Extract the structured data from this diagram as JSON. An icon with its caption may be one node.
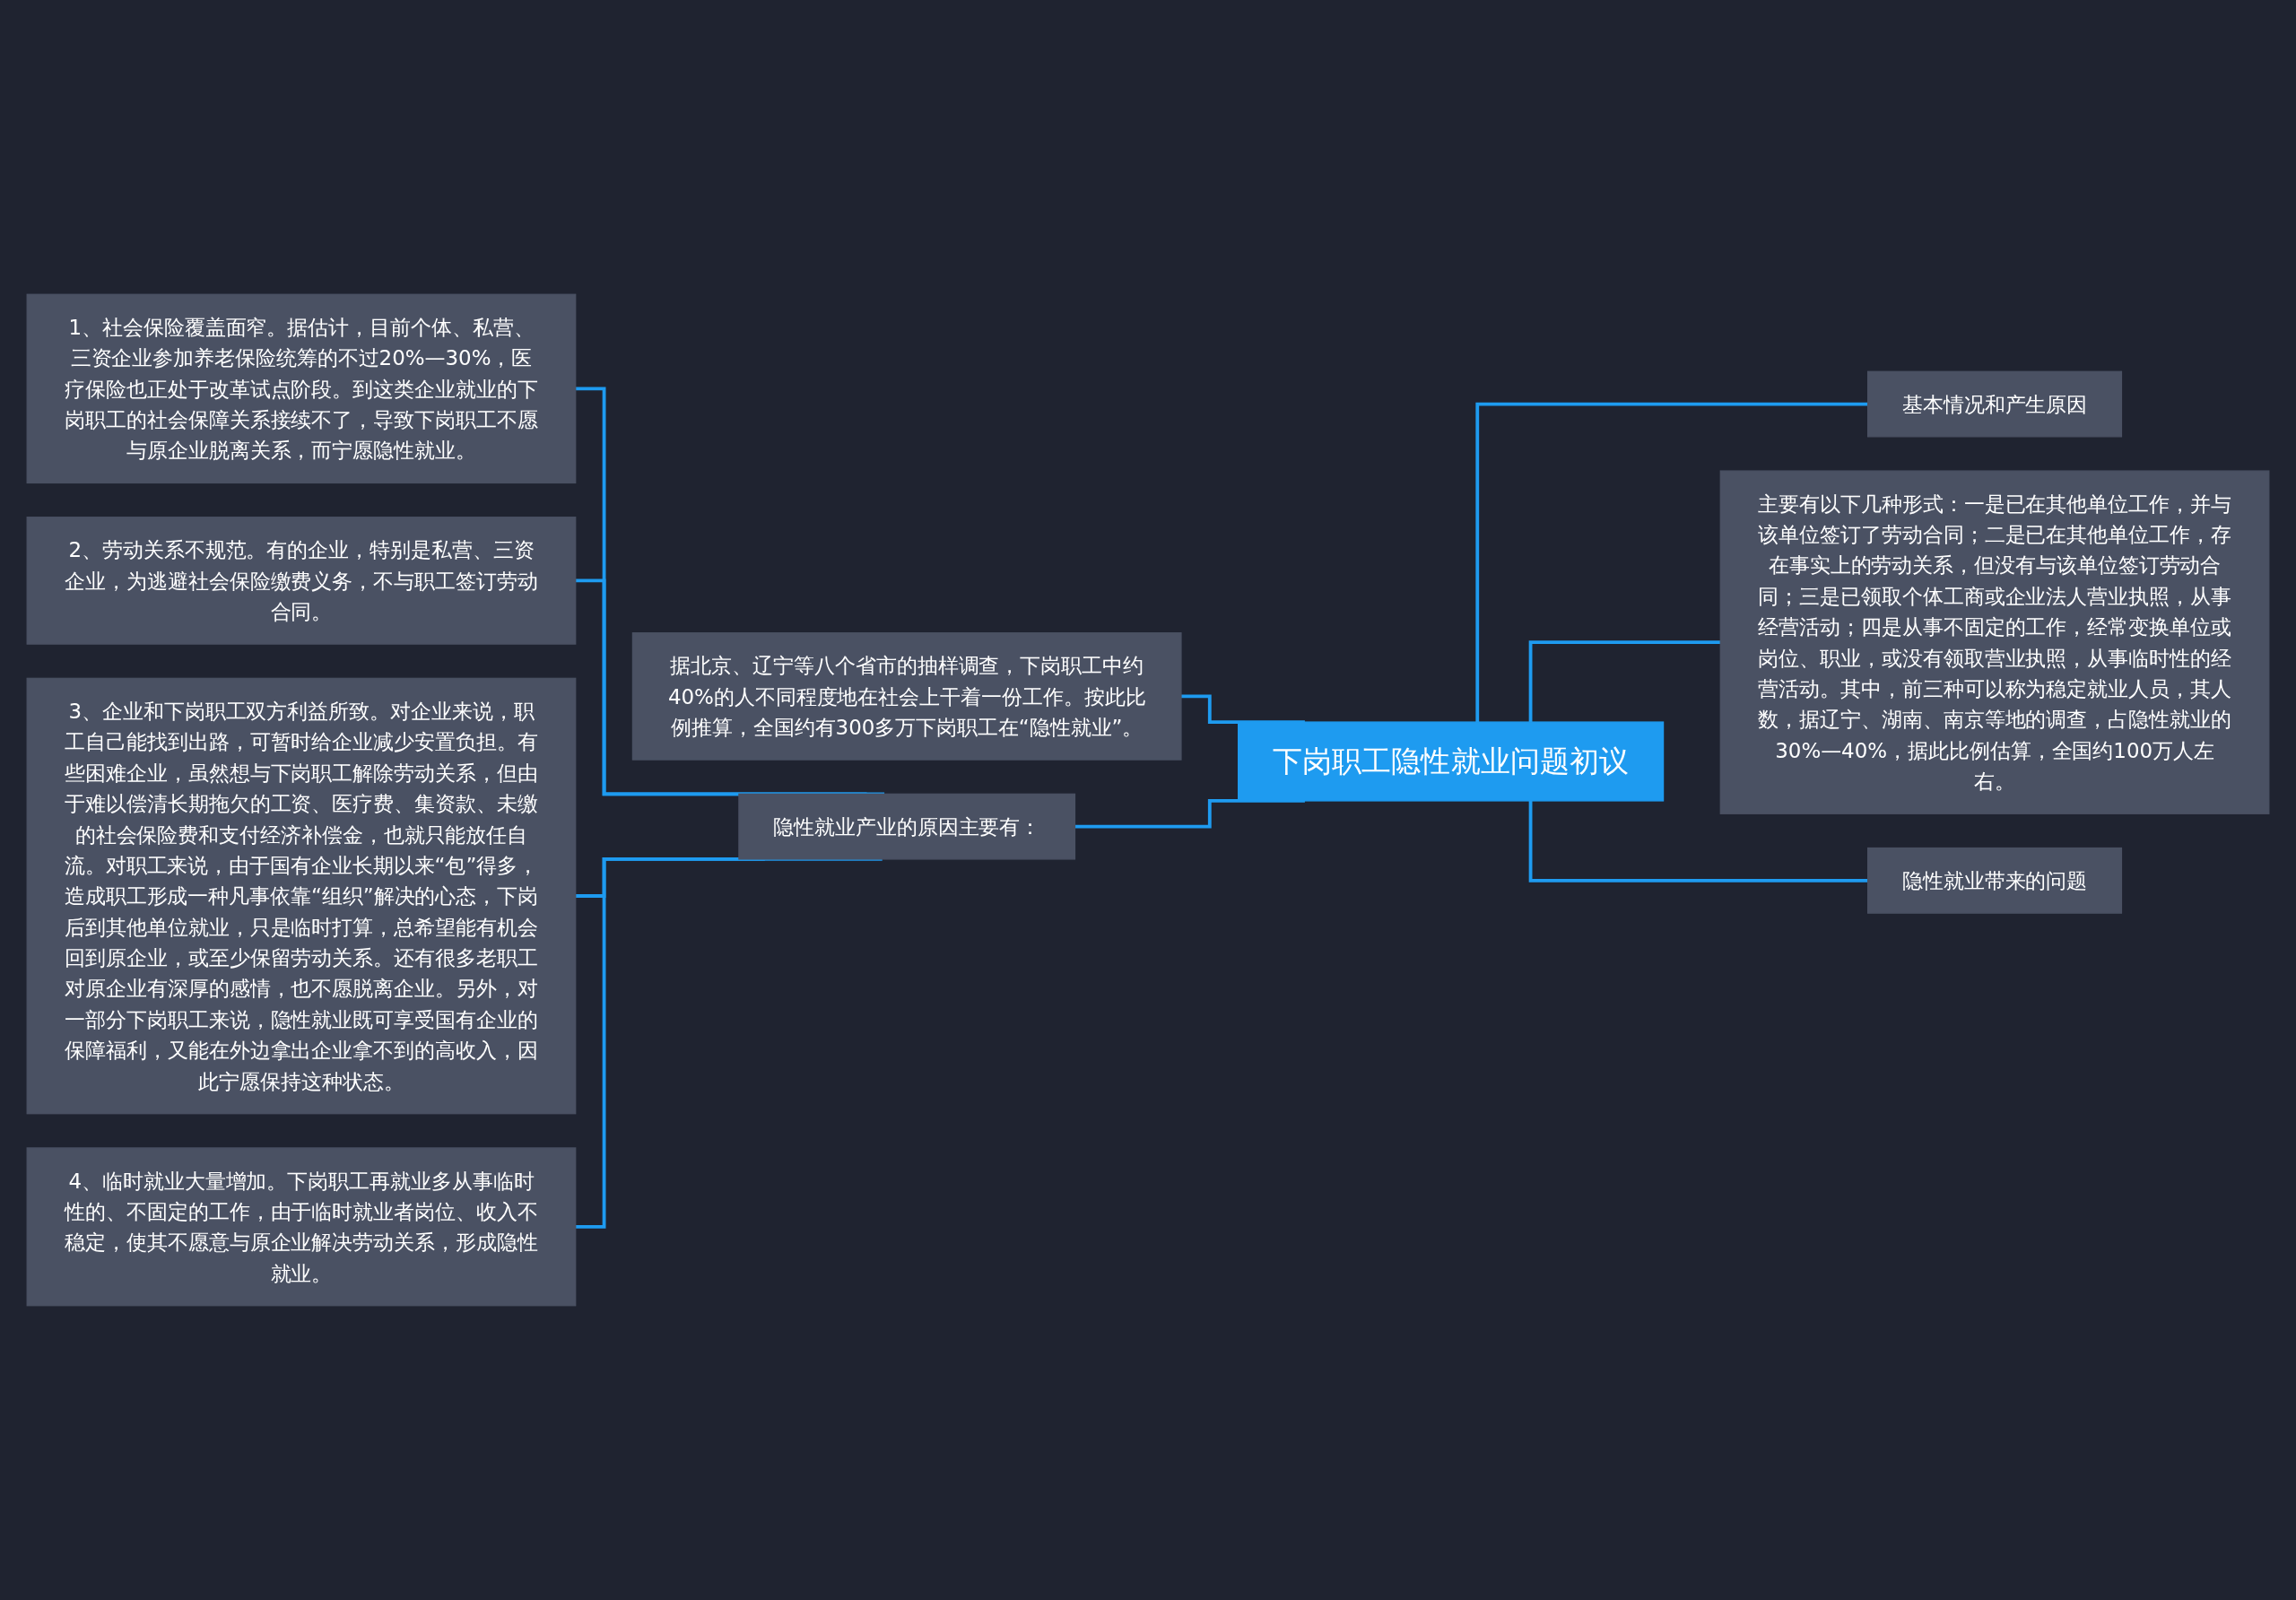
{
  "diagram": {
    "nodes": [
      {
        "text": [
          "下岗职工隐性就业问题初议"
        ]
      },
      {
        "text": [
          "据北京、辽宁等八个省市的抽样调查，下岗职工中约40%的人不同程度地在社会上干着一份工作。按此比例推算，全国约有300多万下岗职工在“隐性就业”。"
        ]
      },
      {
        "text": [
          "隐性就业产业的原因主要有："
        ]
      },
      {
        "text": [
          "1、社会保险覆盖面窄。据估计，目前个体、私营、三资企业参加养老保险统筹的不过20%—30%，医疗保险也正处于改革试点阶段。到这类企业就业的下岗职工的社会保障关系接续不了，导致下岗职工不愿与原企业脱离关系，而宁愿隐性就业。"
        ]
      },
      {
        "text": [
          "2、劳动关系不规范。有的企业，特别是私营、三资企业，为逃避社会保险缴费义务，不与职工签订劳动合同。"
        ]
      },
      {
        "text": [
          "3、企业和下岗职工双方利益所致。对企业来说，职工自己能找到出路，可暂时给企业减少安置负担。有些困难企业，虽然想与下岗职工解除劳动关系，但由于难以偿清长期拖欠的工资、医疗费、集资款、未缴的社会保险费和支付经济补偿金，也就只能放任自流。对职工来说，由于国有企业长期以来“包”得多，造成职工形成一种凡事依靠“组织”解决的心态，下岗后到其他单位就业，只是临时打算，总希望能有机会回到原企业，或至少保留劳动关系。还有很多老职工对原企业有深厚的感情，也不愿脱离企业。另外，对一部分下岗职工来说，隐性就业既可享受国有企业的保障福利，又能在外边拿出企业拿不到的高收入，因此宁愿保持这种状态。"
        ]
      },
      {
        "text": [
          "4、临时就业大量增加。下岗职工再就业多从事临时性的、不固定的工作，由于临时就业者岗位、收入不稳定，使其不愿意与原企业解决劳动关系，形成隐性就业。"
        ]
      },
      {
        "text": [
          "基本情况和产生原因"
        ]
      },
      {
        "text": [
          "主要有以下几种形式：一是已在其他单位工作，并与该单位签订了劳动合同；二是已在其他单位工作，存在事实上的劳动关系，但没有与该单位签订劳动合同；三是已领取个体工商或企业法人营业执照，从事经营活动；四是从事不固定的工作，经常变换单位或岗位、职业，或没有领取营业执照，从事临时性的经营活动。其中，前三种可以称为稳定就业人员，其人数，据辽宁、湖南、南京等地的调查，占隐性就业的30%—40%，据此比例估算，全国约100万人左右。"
        ]
      },
      {
        "text": [
          "隐性就业带来的问题"
        ]
      }
    ],
    "edges": [
      {
        "from": 0,
        "to": 1,
        "arrow": "none"
      },
      {
        "from": 0,
        "to": 2,
        "arrow": "none"
      },
      {
        "from": 2,
        "to": 3,
        "arrow": "none"
      },
      {
        "from": 2,
        "to": 4,
        "arrow": "none"
      },
      {
        "from": 2,
        "to": 5,
        "arrow": "none"
      },
      {
        "from": 2,
        "to": 6,
        "arrow": "none"
      },
      {
        "from": 0,
        "to": 7,
        "arrow": "none"
      },
      {
        "from": 0,
        "to": 8,
        "arrow": "none"
      },
      {
        "from": 0,
        "to": 9,
        "arrow": "none"
      }
    ]
  }
}
